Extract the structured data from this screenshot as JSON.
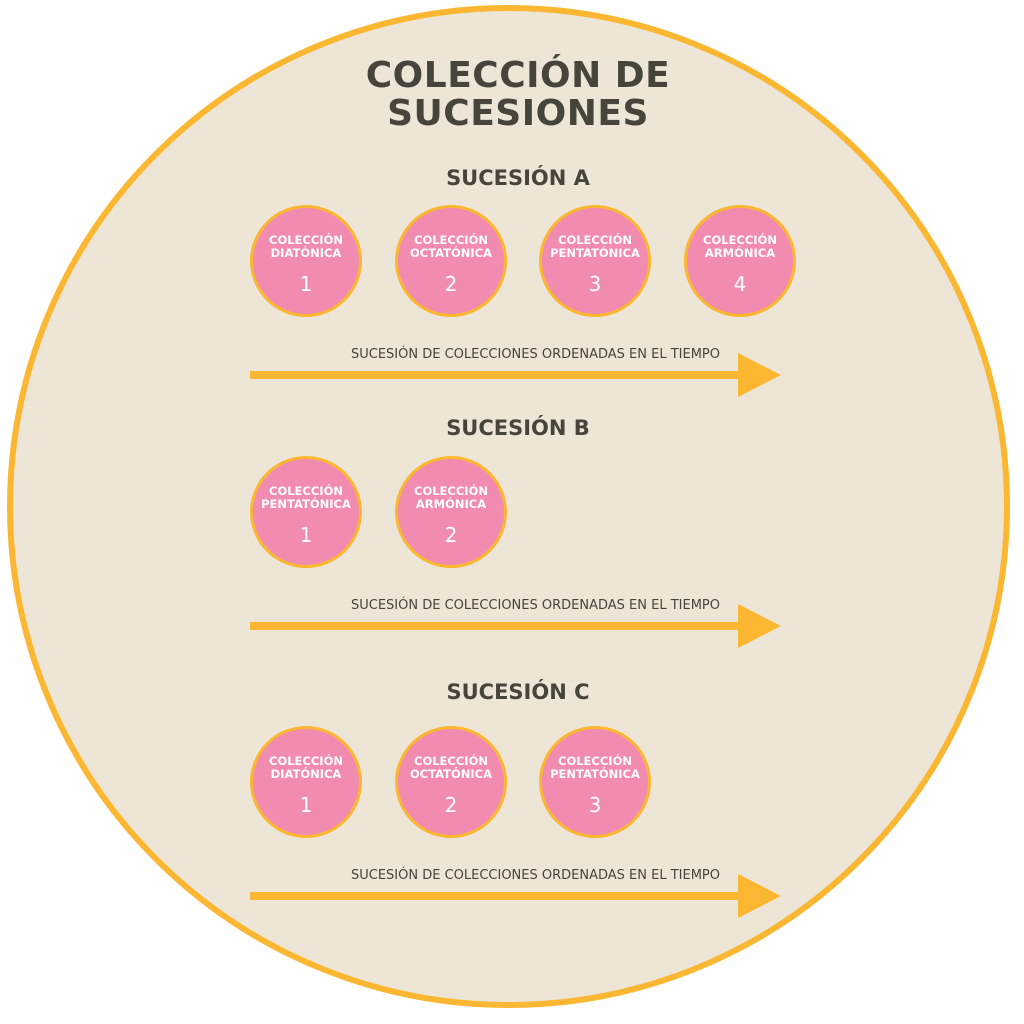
{
  "title": {
    "line1": "COLECCIÓN DE",
    "line2": "SUCESIONES"
  },
  "colors": {
    "background": "#ede6d6",
    "border": "#fbb731",
    "node_fill": "#f28bb0",
    "text": "#46443b",
    "arrow": "#fbb731"
  },
  "sequences": [
    {
      "heading": "SUCESIÓN A",
      "nodes": [
        {
          "label": "COLECCIÓN\nDIATÓNICA",
          "number": "1"
        },
        {
          "label": "COLECCIÓN\nOCTATÓNICA",
          "number": "2"
        },
        {
          "label": "COLECCIÓN\nPENTATÓNICA",
          "number": "3"
        },
        {
          "label": "COLECCIÓN\nARMÓNICA",
          "number": "4"
        }
      ],
      "arrow_label": "SUCESIÓN DE COLECCIONES ORDENADAS EN EL TIEMPO"
    },
    {
      "heading": "SUCESIÓN B",
      "nodes": [
        {
          "label": "COLECCIÓN\nPENTATÓNICA",
          "number": "1"
        },
        {
          "label": "COLECCIÓN\nARMÓNICA",
          "number": "2"
        }
      ],
      "arrow_label": "SUCESIÓN DE COLECCIONES ORDENADAS EN EL TIEMPO"
    },
    {
      "heading": "SUCESIÓN C",
      "nodes": [
        {
          "label": "COLECCIÓN\nDIATÓNICA",
          "number": "1"
        },
        {
          "label": "COLECCIÓN\nOCTATÓNICA",
          "number": "2"
        },
        {
          "label": "COLECCIÓN\nPENTATÓNICA",
          "number": "3"
        }
      ],
      "arrow_label": "SUCESIÓN DE COLECCIONES ORDENADAS EN EL TIEMPO"
    }
  ]
}
